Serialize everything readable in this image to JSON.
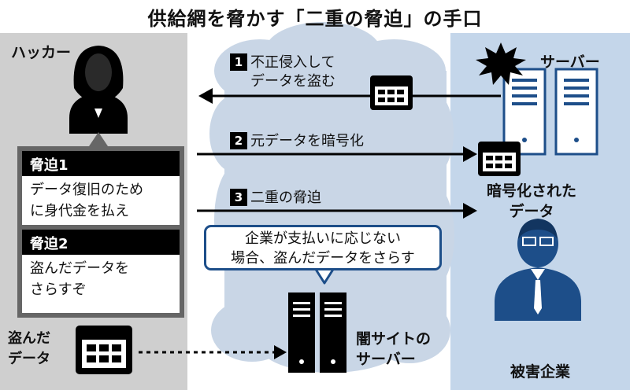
{
  "title": "供給網を脅かす「二重の脅迫」の手口",
  "hacker": {
    "label": "ハッカー"
  },
  "victim": {
    "label": "被害企業",
    "server_label": "サーバー",
    "encrypted_line1": "暗号化された",
    "encrypted_line2": "データ"
  },
  "steps": [
    {
      "num": "1",
      "line1": "不正侵入して",
      "line2": "データを盗む"
    },
    {
      "num": "2",
      "line1": "元データを暗号化"
    },
    {
      "num": "3",
      "line1": "二重の脅迫"
    }
  ],
  "threats": [
    {
      "head": "脅迫1",
      "line1": "データ復旧のため",
      "line2": "に身代金を払え"
    },
    {
      "head": "脅迫2",
      "line1": "盗んだデータを",
      "line2": "さらすぞ"
    }
  ],
  "callout": {
    "line1": "企業が支払いに応じない",
    "line2": "場合、盗んだデータをさらす"
  },
  "stolen": {
    "line1": "盗んだ",
    "line2": "データ"
  },
  "dark_site": {
    "line1": "闇サイトの",
    "line2": "サーバー"
  },
  "colors": {
    "hacker_bg": "#cfcfcf",
    "victim_bg": "#c4d6ea",
    "cloud": "#c9d6e6",
    "accent_blue": "#1d4e89"
  }
}
